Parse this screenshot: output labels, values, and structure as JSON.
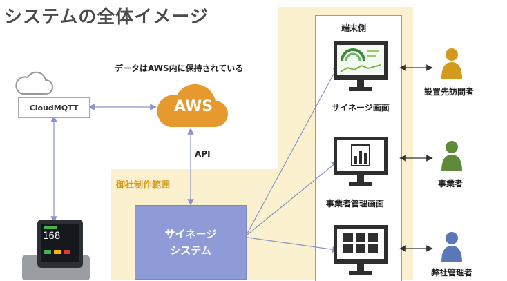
{
  "title": "システムの全体イメージ",
  "terminal_side": "端末側",
  "aws_note": "データはAWS内に保持されている",
  "aws": "AWS",
  "api": "API",
  "cloudmqtt": "CloudMQTT",
  "in_house": "御社制作範囲",
  "signage_system_line1": "サイネージ",
  "signage_system_line2": "システム",
  "screens": [
    "サイネージ画面",
    "事業者管理画面"
  ],
  "people": [
    "設置先訪問者",
    "事業者",
    "弊社管理者"
  ],
  "device_reading": "168",
  "colors": {
    "aws": "#e69a2e",
    "cream": "#fbf1cf",
    "system_box": "#8f9bd6",
    "gold": "#d49a1e",
    "green": "#5e8a3a",
    "blue": "#5a78b8"
  }
}
